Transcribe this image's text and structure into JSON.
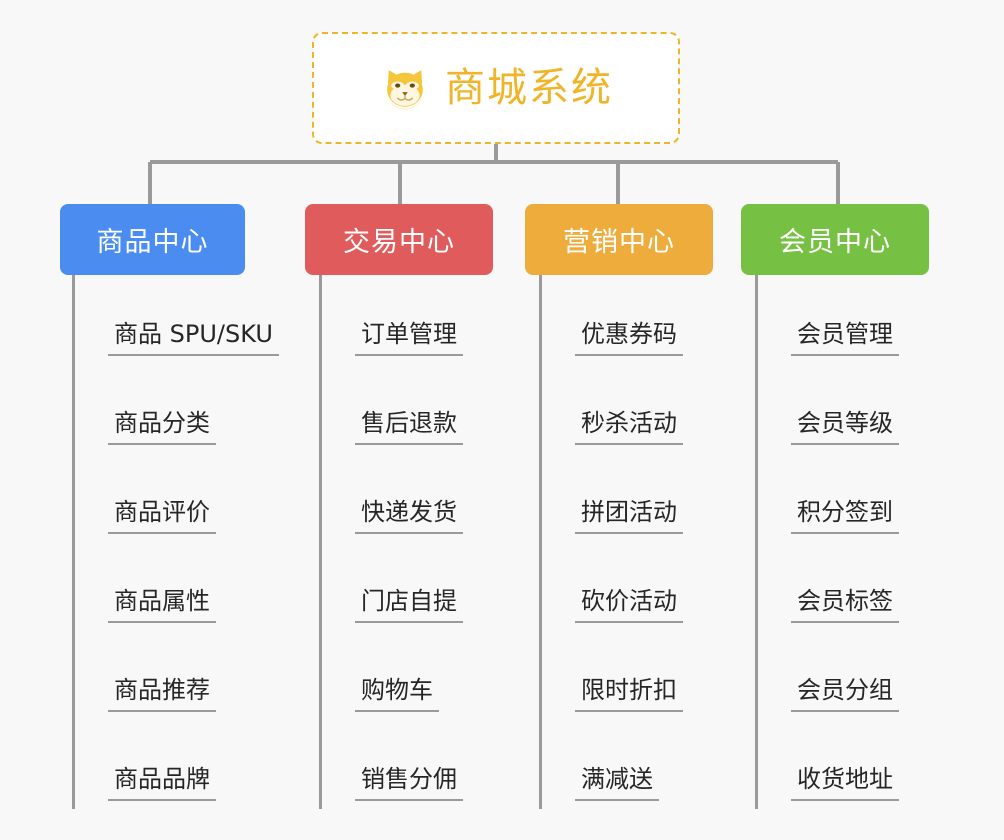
{
  "root": {
    "title": "商城系统",
    "icon": "shiba-dog-face-icon",
    "border_color": "#f0b429",
    "text_color": "#f0b429",
    "background": "#ffffff"
  },
  "canvas": {
    "background": "#f8f8f8",
    "connector_color": "#9a9a9a"
  },
  "branches": [
    {
      "label": "商品中心",
      "color": "#4a8cf0",
      "items": [
        "商品 SPU/SKU",
        "商品分类",
        "商品评价",
        "商品属性",
        "商品推荐",
        "商品品牌"
      ]
    },
    {
      "label": "交易中心",
      "color": "#e05c5c",
      "items": [
        "订单管理",
        "售后退款",
        "快递发货",
        "门店自提",
        "购物车",
        "销售分佣"
      ]
    },
    {
      "label": "营销中心",
      "color": "#eeac3c",
      "items": [
        "优惠券码",
        "秒杀活动",
        "拼团活动",
        "砍价活动",
        "限时折扣",
        "满减送"
      ]
    },
    {
      "label": "会员中心",
      "color": "#76c044",
      "items": [
        "会员管理",
        "会员等级",
        "积分签到",
        "会员标签",
        "会员分组",
        "收货地址"
      ]
    }
  ]
}
